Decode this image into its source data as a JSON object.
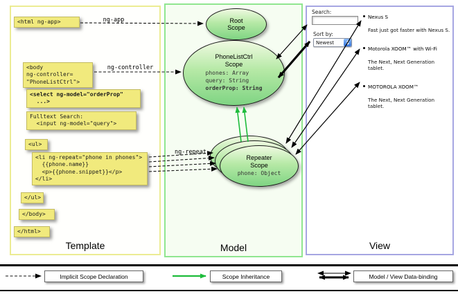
{
  "colors": {
    "code_box_yellow": "#f1ea7d",
    "scope_green": "#7fd483",
    "inheritance_green": "#1ebc3c",
    "template_border": "#ecec93",
    "model_border": "#90e690",
    "view_border": "#a6a6e2"
  },
  "panels": {
    "template": {
      "label": "Template"
    },
    "model": {
      "label": "Model"
    },
    "view": {
      "label": "View"
    }
  },
  "template_code": {
    "html_open": "<html ng-app>",
    "body_open": "<body\nng-controller=\n\"PhoneListCtrl\">",
    "select": "<select ng-model=\"orderProp\"\n  ...>",
    "fulltext": "Fulltext Search:\n  <input ng-model=\"query\">",
    "ul_open": "<ul>",
    "li_repeat": "<li ng-repeat=\"phone in phones\">\n  {{phone.name}}\n  <p>{{phone.snippet}}</p>\n</li>",
    "ul_close": "</ul>",
    "body_close": "</body>",
    "html_close": "</html>"
  },
  "arrow_labels": {
    "ng_app": "ng-app",
    "ng_controller": "ng-controller",
    "ng_repeat": "ng-repeat"
  },
  "model": {
    "root_scope": {
      "title": "Root\nScope"
    },
    "phonelist_scope": {
      "title": "PhoneListCtrl\nScope",
      "props": [
        "phones: Array",
        "query: String"
      ],
      "bold_prop": "orderProp: String"
    },
    "repeater_scope": {
      "title": "Repeater\nScope",
      "prop": "phone: Object"
    }
  },
  "view": {
    "search_label": "Search:",
    "sort_label": "Sort by:",
    "sort_value": "Newest",
    "items": [
      {
        "name": "Nexus S",
        "snippet": "Fast just got faster with Nexus S."
      },
      {
        "name": "Motorola XOOM™ with Wi-Fi",
        "snippet": "The Next, Next Generation tablet."
      },
      {
        "name": "MOTOROLA XOOM™",
        "snippet": "The Next, Next Generation tablet."
      }
    ]
  },
  "legend": {
    "items": [
      {
        "label": "Implicit Scope Declaration"
      },
      {
        "label": "Scope Inheritance"
      },
      {
        "label": "Model / View Data-binding"
      }
    ]
  }
}
